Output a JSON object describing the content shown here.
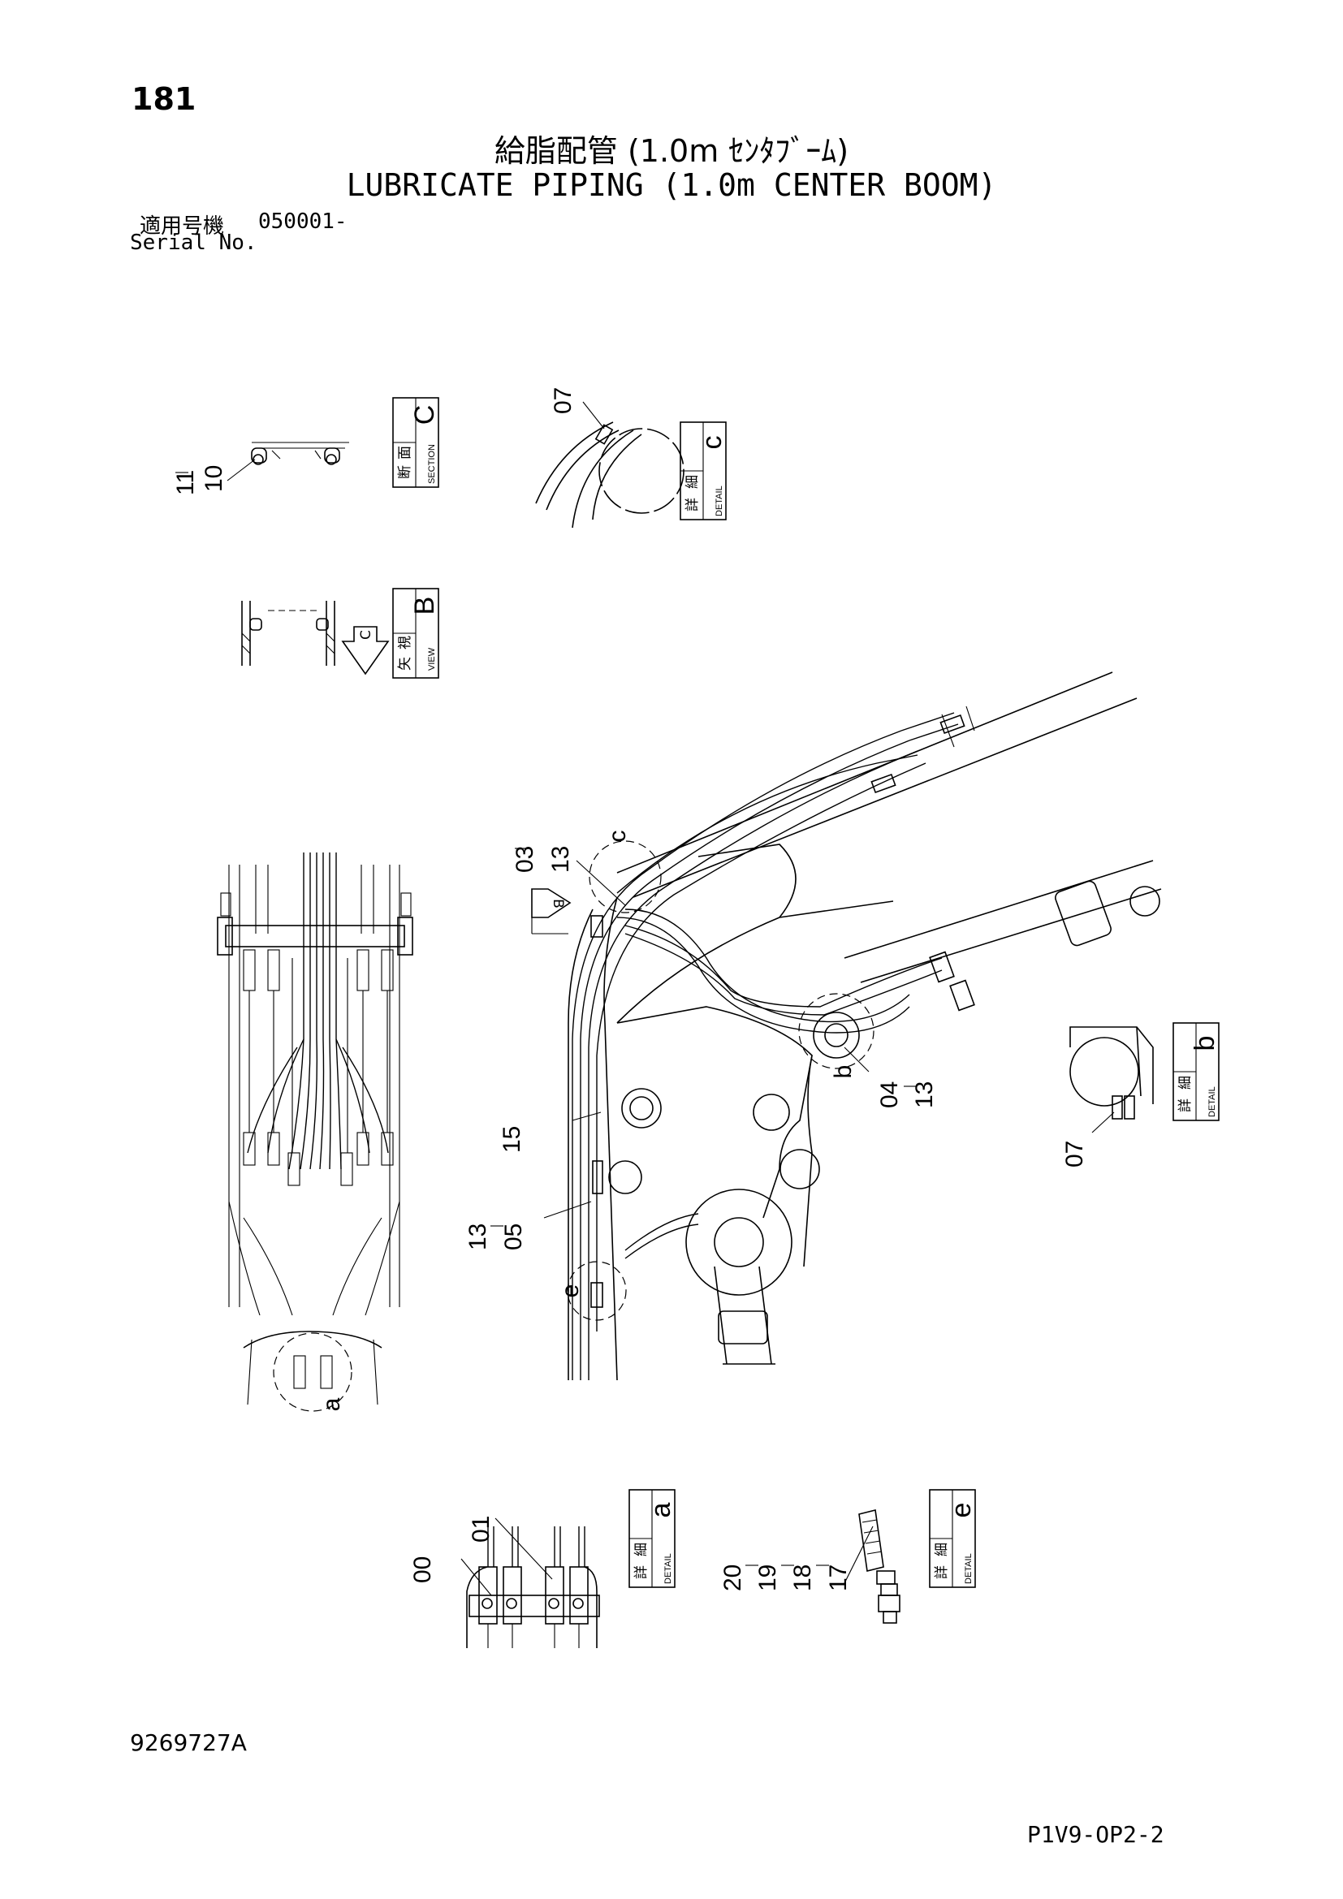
{
  "header": {
    "page_number": "181",
    "title_jp": "給脂配管 (1.0m ｾﾝﾀﾌﾞｰﾑ)",
    "title_en": "LUBRICATE PIPING (1.0m CENTER BOOM)",
    "serial_label_jp": "適用号機",
    "serial_value": "050001-",
    "serial_label_en": "Serial No."
  },
  "footer": {
    "drawing_number": "9269727A",
    "page_code": "P1V9-OP2-2"
  },
  "views": {
    "section_c": {
      "letter": "C",
      "jp_top": "断",
      "jp_bottom": "面",
      "en": "SECTION"
    },
    "view_b": {
      "letter": "B",
      "jp_top": "矢",
      "jp_bottom": "視",
      "en": "VIEW"
    },
    "detail_c": {
      "letter": "c",
      "jp_top": "詳",
      "jp_bottom": "細",
      "en": "DETAIL"
    },
    "detail_b": {
      "letter": "b",
      "jp_top": "詳",
      "jp_bottom": "細",
      "en": "DETAIL"
    },
    "detail_a": {
      "letter": "a",
      "jp_top": "詳",
      "jp_bottom": "細",
      "en": "DETAIL"
    },
    "detail_e": {
      "letter": "e",
      "jp_top": "詳",
      "jp_bottom": "細",
      "en": "DETAIL"
    }
  },
  "arrow_letters": {
    "b": "B",
    "c": "C"
  },
  "callout_letters": {
    "c": "c",
    "b": "b",
    "e": "e",
    "a": "a"
  },
  "part_labels": {
    "p11": "11",
    "p10": "10",
    "p07_top": "07",
    "p03": "03",
    "p13_top": "13",
    "p04": "04",
    "p13_mid": "13",
    "p07_right": "07",
    "p15": "15",
    "p13_low": "13",
    "p05": "05",
    "p00": "00",
    "p01": "01",
    "p20": "20",
    "p19": "19",
    "p18": "18",
    "p17": "17"
  }
}
